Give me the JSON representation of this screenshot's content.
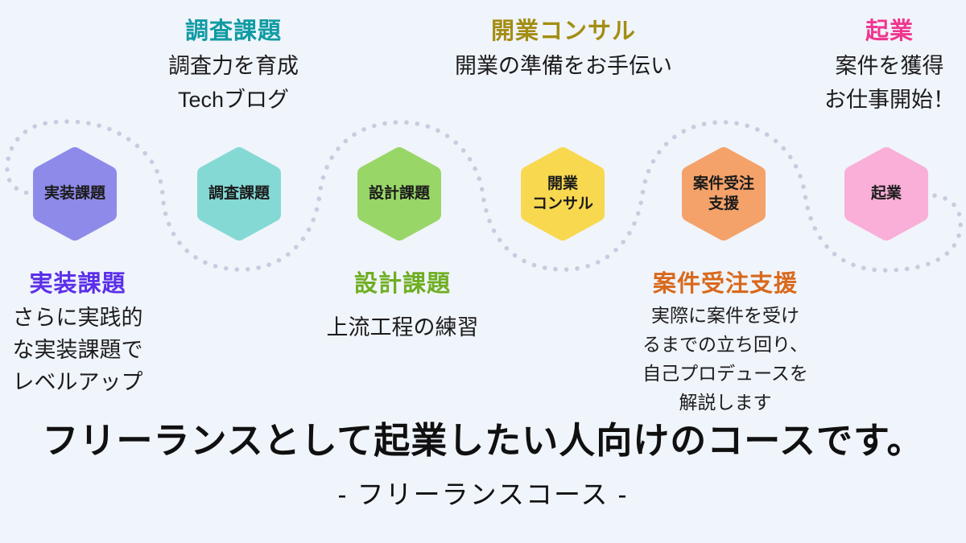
{
  "background_color": "#f0f4fb",
  "decor": {
    "dot_color": "#c7ccdf"
  },
  "stages": [
    {
      "label": "実装課題",
      "color": "#8e8ae9"
    },
    {
      "label": "調査課題",
      "color": "#84d9d5"
    },
    {
      "label": "設計課題",
      "color": "#99d668"
    },
    {
      "label": "開業\nコンサル",
      "color": "#f8d84f"
    },
    {
      "label": "案件受注\n支援",
      "color": "#f4a269"
    },
    {
      "label": "起業",
      "color": "#f9afd8"
    }
  ],
  "annotations_top": [
    {
      "title": "調査課題",
      "title_color": "#0f9ba3",
      "body": "調査力を育成\nTechブログ"
    },
    {
      "title": "開業コンサル",
      "title_color": "#a38d12",
      "body": "開業の準備をお手伝い"
    },
    {
      "title": "起業",
      "title_color": "#f0368f",
      "body": "案件を獲得\nお仕事開始！"
    }
  ],
  "annotations_bottom": [
    {
      "title": "実装課題",
      "title_color": "#5b2fe9",
      "body": "さらに実践的\nな実装課題で\nレベルアップ"
    },
    {
      "title": "設計課題",
      "title_color": "#6fae22",
      "body": "上流工程の練習"
    },
    {
      "title": "案件受注支援",
      "title_color": "#d8691c",
      "body": "実際に案件を受け\nるまでの立ち回り、\n自己プロデュースを\n解説します"
    }
  ],
  "footer": {
    "title": "フリーランスとして起業したい人向けのコースです。",
    "subtitle": "- フリーランスコース -"
  }
}
